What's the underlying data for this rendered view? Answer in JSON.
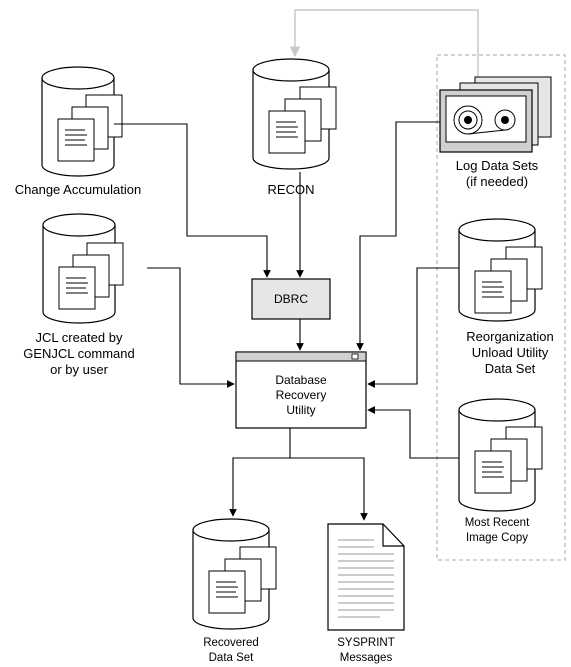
{
  "nodes": {
    "change_accumulation": {
      "label": "Change Accumulation"
    },
    "recon": {
      "label": "RECON"
    },
    "log_data_sets": {
      "line1": "Log Data Sets",
      "line2": "(if needed)"
    },
    "jcl": {
      "line1": "JCL created by",
      "line2": "GENJCL command",
      "line3": "or by user"
    },
    "dbrc": {
      "label": "DBRC"
    },
    "reorg": {
      "line1": "Reorganization",
      "line2": "Unload Utility",
      "line3": "Data Set"
    },
    "utility": {
      "line1": "Database",
      "line2": "Recovery",
      "line3": "Utility"
    },
    "image_copy": {
      "line1": "Most Recent",
      "line2": "Image Copy"
    },
    "recovered": {
      "line1": "Recovered",
      "line2": "Data Set"
    },
    "sysprint": {
      "line1": "SYSPRINT",
      "line2": "Messages"
    }
  },
  "colors": {
    "stroke": "#000000",
    "box_fill": "#e6e6e6",
    "feedback": "#c8c8c8",
    "dashed": "#aaaaaa"
  }
}
